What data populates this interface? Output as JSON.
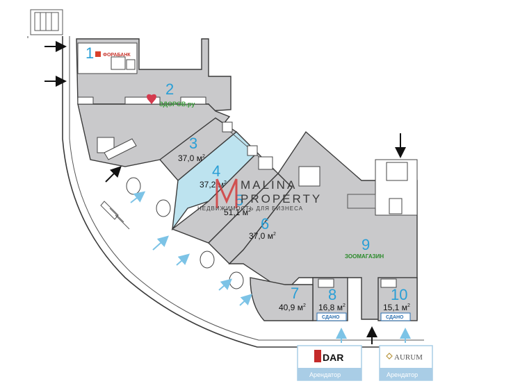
{
  "rooms": [
    {
      "number": "1",
      "area": "",
      "tenant": "ФОРАБАНК"
    },
    {
      "number": "2",
      "area": "",
      "tenant": "ЗДОРОВ.ру"
    },
    {
      "number": "3",
      "area": "37,0 м",
      "tenant": ""
    },
    {
      "number": "4",
      "area": "37,2 м",
      "tenant": ""
    },
    {
      "number": "5",
      "area": "51,1 м",
      "tenant": ""
    },
    {
      "number": "6",
      "area": "37,0 м",
      "tenant": ""
    },
    {
      "number": "7",
      "area": "40,9 м",
      "tenant": ""
    },
    {
      "number": "8",
      "area": "16,8 м",
      "tenant": ""
    },
    {
      "number": "9",
      "area": "",
      "tenant": "ЗООМАГАЗИН"
    },
    {
      "number": "10",
      "area": "15,1 м",
      "tenant": ""
    }
  ],
  "area_superscript": "2",
  "sold_label": "СДАНО",
  "watermark": {
    "line1": "MALINA",
    "line2": "PROPERTY",
    "tagline": "НЕДВИЖИМОСТЬ ДЛЯ БИЗНЕСА"
  },
  "tenants_bottom": [
    {
      "logo": "DAR",
      "label": "Арендатор"
    },
    {
      "logo": "AURUM",
      "label": "Арендатор"
    }
  ],
  "colors": {
    "highlight": "#bde3ef",
    "room_fill": "#c9c9cb",
    "number": "#2a9fd6",
    "arrow_blue": "#7cc3e6",
    "tenant_box": "#a9cde6"
  }
}
